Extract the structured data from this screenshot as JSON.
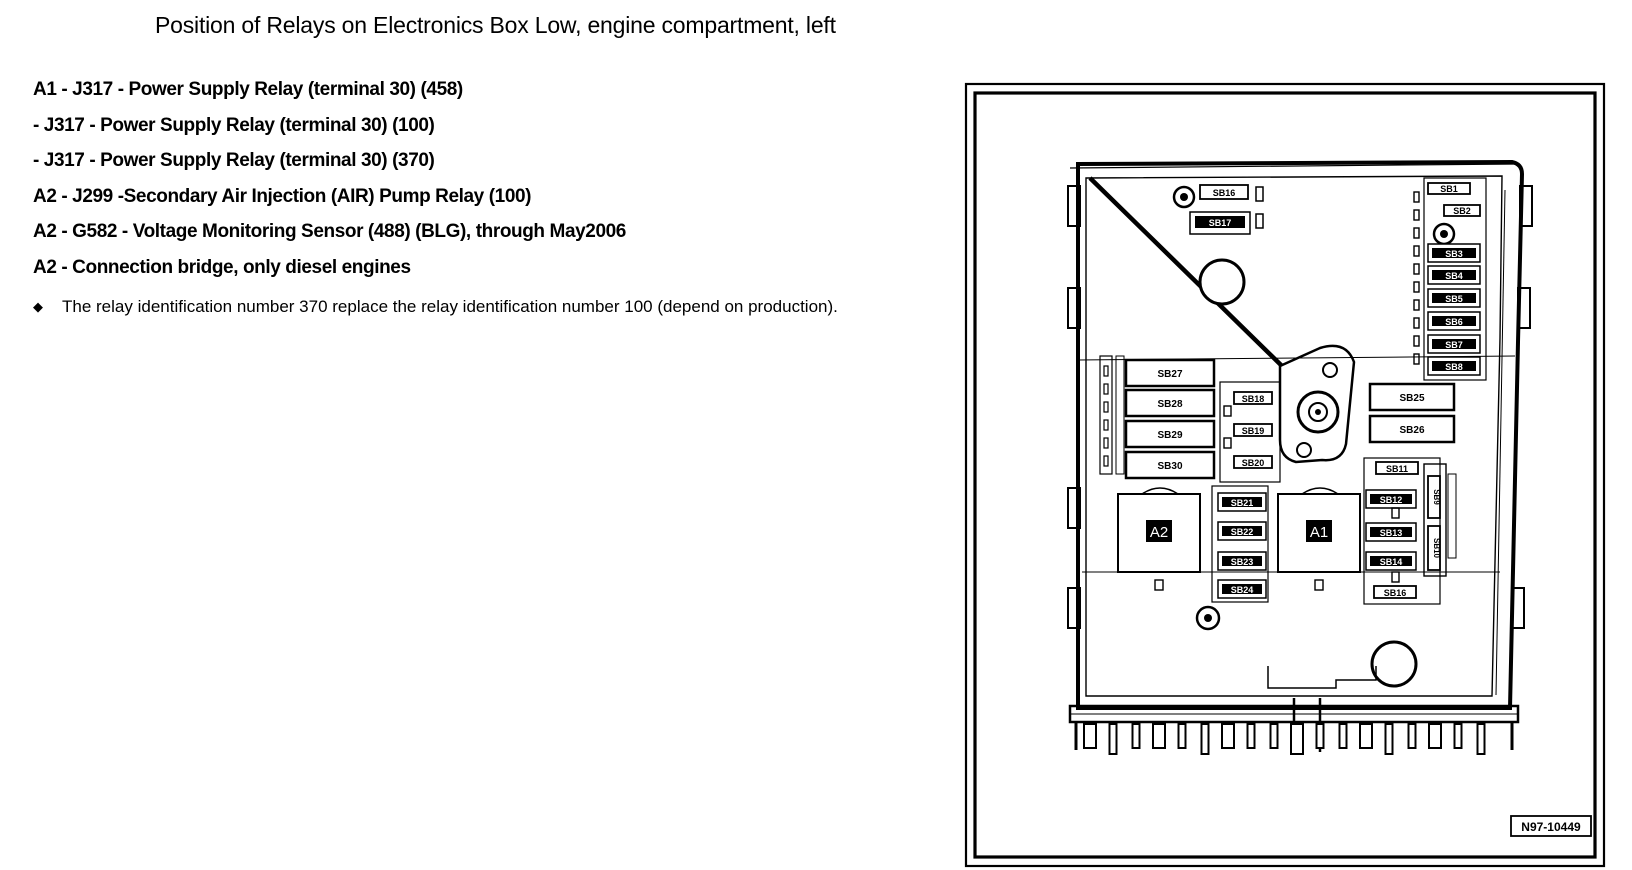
{
  "page": {
    "title": "Position of Relays on Electronics Box Low, engine compartment, left"
  },
  "items": [
    "A1 - J317 - Power Supply Relay (terminal 30) (458)",
    "- J317 - Power Supply Relay (terminal 30) (100)",
    "- J317 - Power Supply Relay (terminal 30) (370)",
    "A2 - J299 -Secondary Air Injection (AIR) Pump Relay (100)",
    "A2 - G582 - Voltage Monitoring Sensor (488) (BLG), through May2006",
    "A2 - Connection bridge, only diesel engines"
  ],
  "note": {
    "bullet": "◆",
    "text": "The relay identification number 370 replace the relay identification number 100 (depend on production)."
  },
  "diagram": {
    "figure_code": "N97-10449",
    "relays": {
      "a1": "A1",
      "a2": "A2"
    },
    "fuses": {
      "sb1": "SB1",
      "sb2": "SB2",
      "sb3": "SB3",
      "sb4": "SB4",
      "sb5": "SB5",
      "sb6": "SB6",
      "sb7": "SB7",
      "sb8": "SB8",
      "sb9": "SB9",
      "sb10": "SB10",
      "sb11": "SB11",
      "sb12": "SB12",
      "sb13": "SB13",
      "sb14": "SB14",
      "sb16": "SB16",
      "sb17": "SB17",
      "sb18": "SB18",
      "sb19": "SB19",
      "sb20": "SB20",
      "sb21": "SB21",
      "sb22": "SB22",
      "sb23": "SB23",
      "sb24": "SB24",
      "sb25": "SB25",
      "sb26": "SB26",
      "sb27": "SB27",
      "sb28": "SB28",
      "sb29": "SB29",
      "sb30": "SB30"
    }
  }
}
